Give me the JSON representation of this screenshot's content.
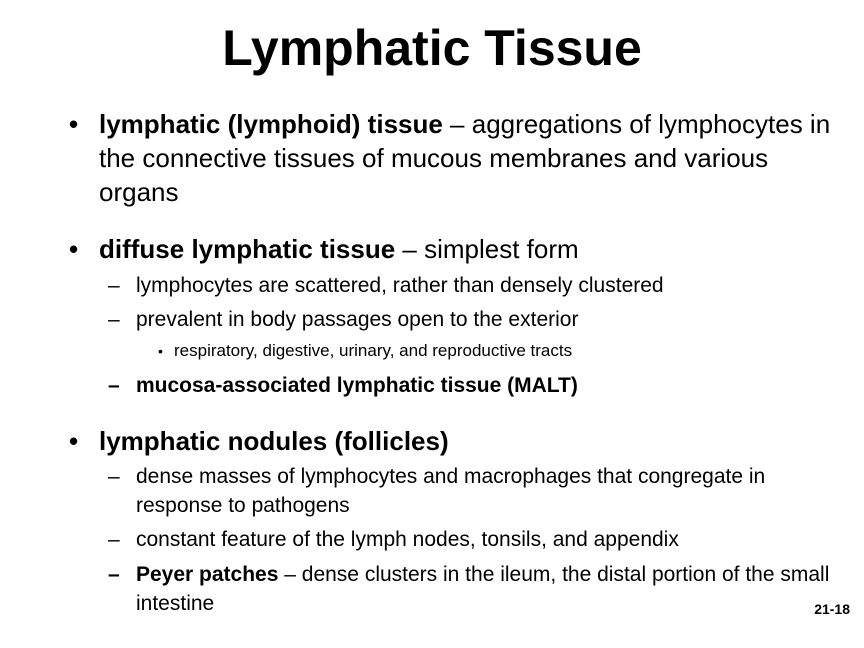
{
  "slide": {
    "title": "Lymphatic Tissue",
    "page_number": "21-18"
  },
  "bullets": {
    "b1": {
      "marker": "•",
      "term": "lymphatic (lymphoid) tissue",
      "rest": " – aggregations of lymphocytes in the connective tissues of mucous membranes and various organs"
    },
    "b2": {
      "marker": "•",
      "term": "diffuse lymphatic tissue",
      "rest": " – simplest form"
    },
    "b2_s1": {
      "marker": "–",
      "text": "lymphocytes are scattered, rather than densely clustered"
    },
    "b2_s2": {
      "marker": "–",
      "text": "prevalent in body passages open to the exterior"
    },
    "b2_s2_t1": {
      "marker": "•",
      "text": "respiratory, digestive, urinary, and reproductive tracts"
    },
    "b2_s3": {
      "marker": "–",
      "text": "mucosa-associated lymphatic tissue (MALT)"
    },
    "b3": {
      "marker": "•",
      "term": "lymphatic nodules (follicles)"
    },
    "b3_s1": {
      "marker": "–",
      "text": "dense masses of lymphocytes and macrophages that congregate in response to pathogens"
    },
    "b3_s2": {
      "marker": "–",
      "text": "constant feature of the lymph nodes, tonsils, and appendix"
    },
    "b3_s3": {
      "marker": "–",
      "term": "Peyer patches",
      "rest": " – dense clusters in the ileum, the distal portion of the small intestine"
    }
  }
}
